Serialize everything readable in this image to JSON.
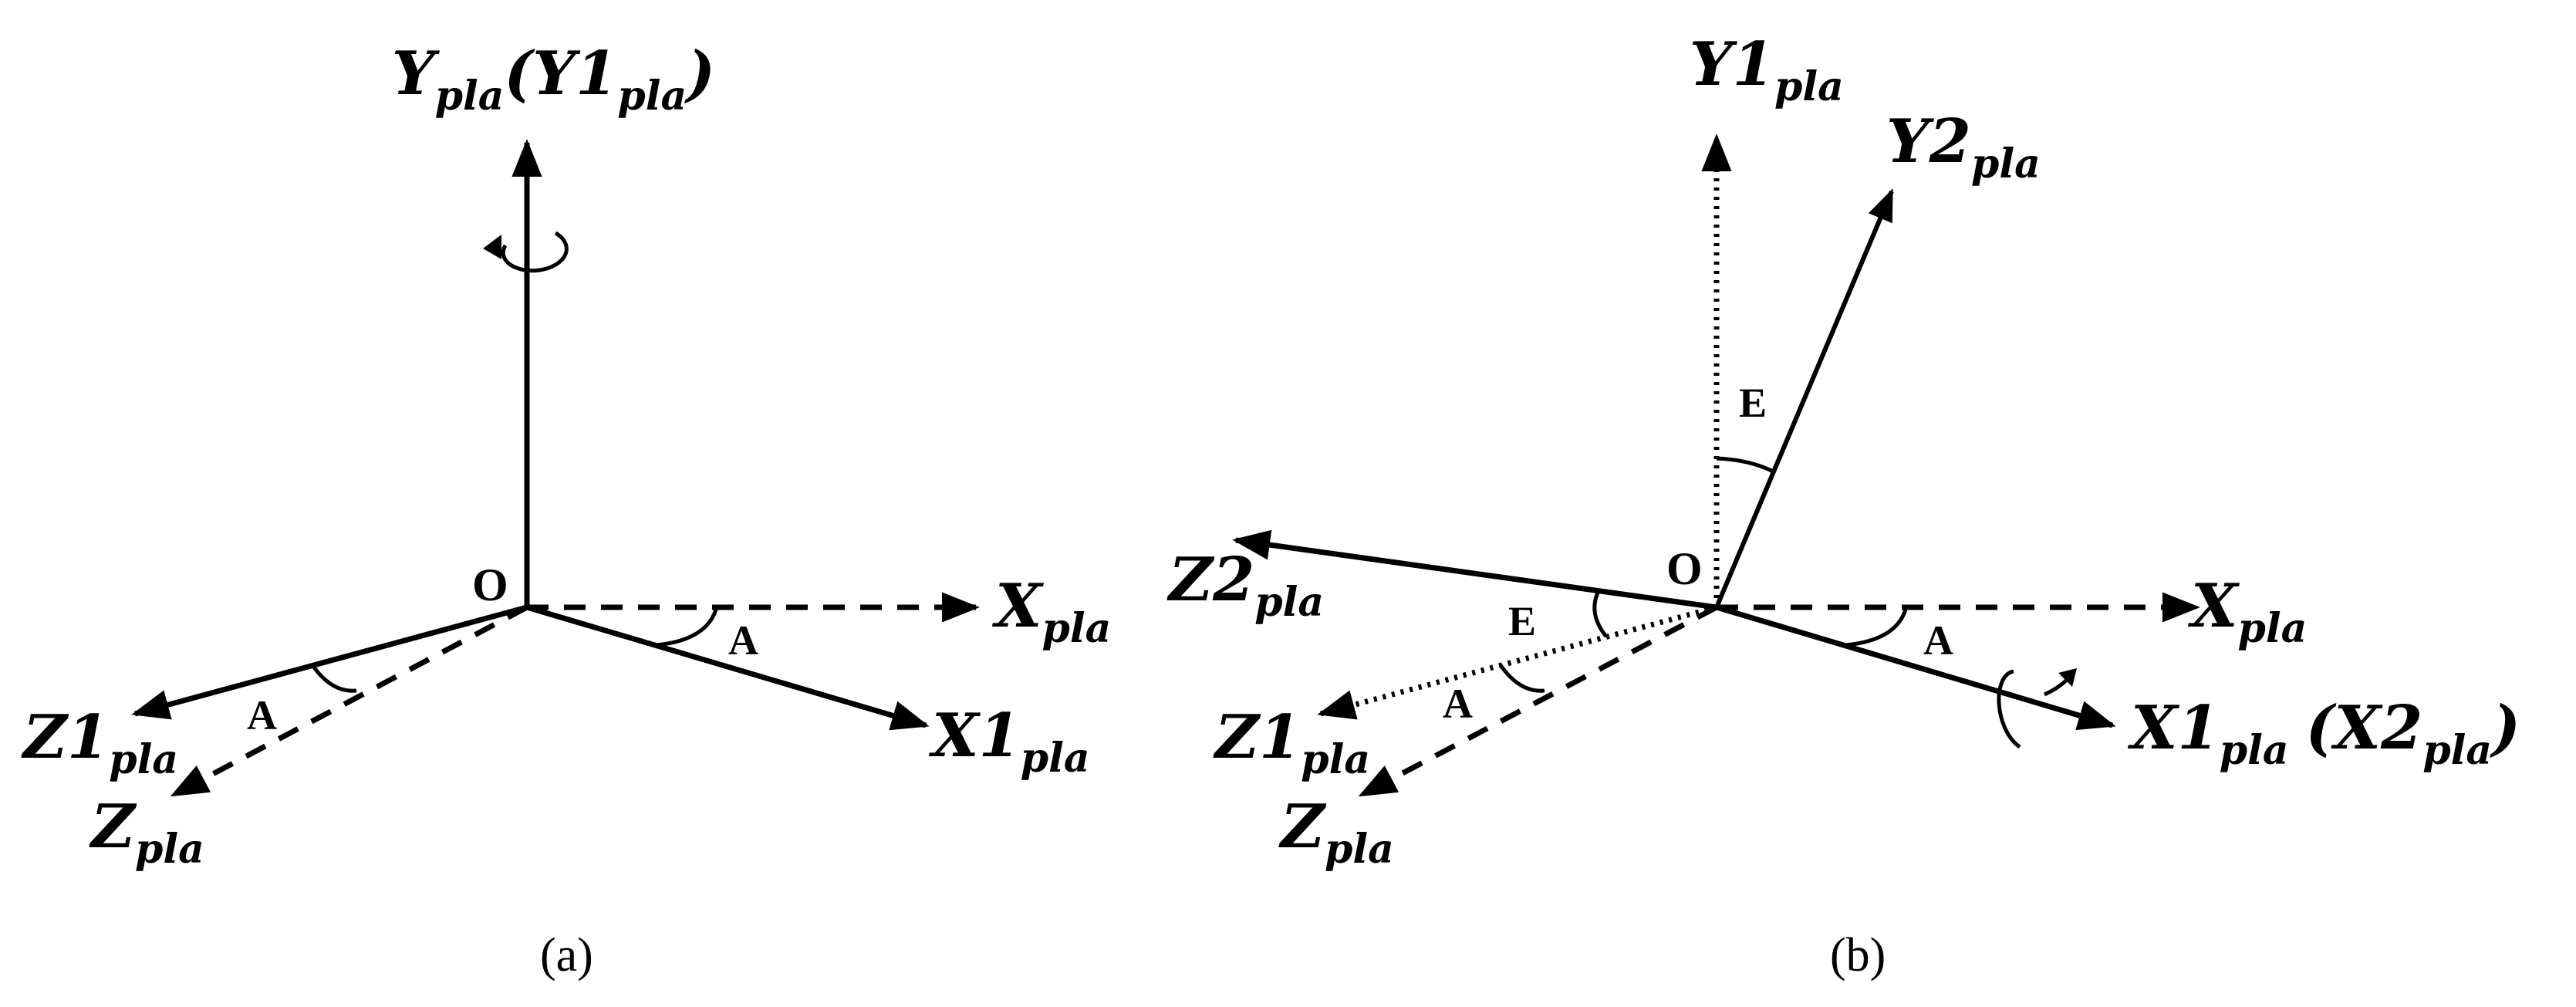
{
  "panel_a": {
    "caption": "(a)",
    "origin": "O",
    "angle_label": "A",
    "axes": {
      "y_pla": {
        "main": "Y",
        "sub": "pla"
      },
      "y1_pla_paren": {
        "main": "(Y1",
        "sub": "pla",
        "close": ")"
      },
      "x_pla": {
        "main": "X",
        "sub": "pla"
      },
      "x1_pla": {
        "main": "X1",
        "sub": "pla"
      },
      "z1_pla": {
        "main": "Z1",
        "sub": "pla"
      },
      "z_pla": {
        "main": "Z",
        "sub": "pla"
      }
    }
  },
  "panel_b": {
    "caption": "(b)",
    "origin": "O",
    "angle_label_a": "A",
    "angle_label_e": "E",
    "axes": {
      "y1_pla": {
        "main": "Y1",
        "sub": "pla"
      },
      "y2_pla": {
        "main": "Y2",
        "sub": "pla"
      },
      "z2_pla": {
        "main": "Z2",
        "sub": "pla"
      },
      "x_pla": {
        "main": "X",
        "sub": "pla"
      },
      "x1_pla": {
        "main": "X1",
        "sub": "pla"
      },
      "x2_pla_paren": {
        "main": "(X2",
        "sub": "pla",
        "close": ")"
      },
      "z1_pla": {
        "main": "Z1",
        "sub": "pla"
      },
      "z_pla": {
        "main": "Z",
        "sub": "pla"
      }
    }
  }
}
